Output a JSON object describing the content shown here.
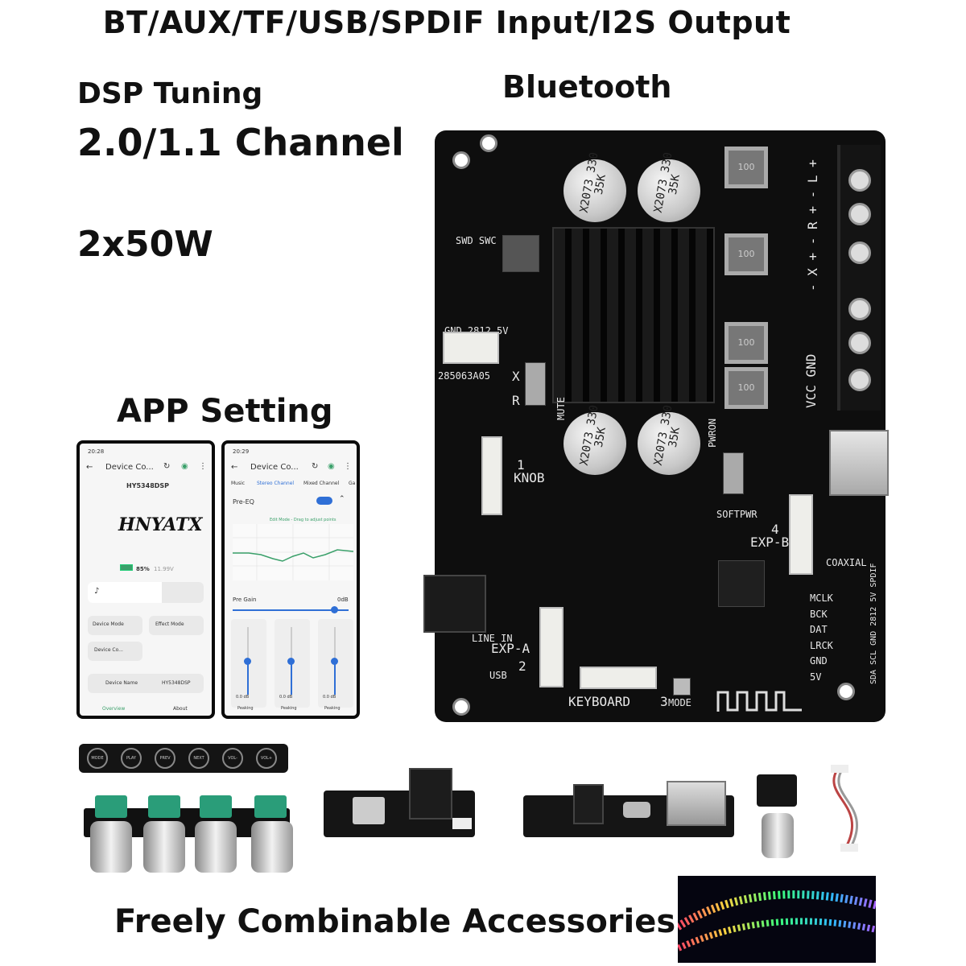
{
  "headings": {
    "title": "BT/AUX/TF/USB/SPDIF Input/I2S Output",
    "dsp": "DSP Tuning",
    "channel": "2.0/1.1 Channel",
    "power": "2x50W",
    "bluetooth": "Bluetooth",
    "app": "APP Setting",
    "accessories": "Freely Combinable Accessories"
  },
  "board": {
    "labels": {
      "knob": "KNOB",
      "exp_a": "EXP-A",
      "exp_b": "EXP-B",
      "keyboard": "KEYBOARD",
      "coaxial": "COAXIAL",
      "line_in": "LINE IN",
      "usb": "USB",
      "mode": "MODE",
      "softpwr": "SOFTPWR",
      "mute": "MUTE",
      "pwron": "PWRON",
      "part": "285063A05",
      "gnd_row": "GND 2812 5V",
      "swd_row": "SWD SWC GND",
      "x": "X",
      "r": "R",
      "vcc_gnd": "VCC GND",
      "out_labels": "- X + - R + - L +",
      "i2s_pins": [
        "MCLK",
        "BCK",
        "DAT",
        "LRCK",
        "GND",
        "5V"
      ],
      "right_pins": "SDA SCL GND 2812 5V SPDIF",
      "num1": "1",
      "num2": "2",
      "num3": "3",
      "num4": "4"
    },
    "capacitor": "X2073 330 35K",
    "inductor": "100"
  },
  "phone1": {
    "time": "20:28",
    "title": "Device Co...",
    "device_id": "HY5348DSP",
    "logo": "HNYATX",
    "battery": "85%",
    "battery_v": "11.99V",
    "btn_device_mode": "Device Mode",
    "btn_effect_mode": "Effect Mode",
    "btn_device_co": "Device Co...",
    "device_name_label": "Device Name",
    "device_name_value": "HY5348DSP",
    "nav_overview": "Overview",
    "nav_about": "About"
  },
  "phone2": {
    "time": "20:29",
    "title": "Device Co...",
    "tabs": [
      "Music",
      "Stereo Channel",
      "Mixed Channel",
      "Ga"
    ],
    "pre_eq": "Pre-EQ",
    "edit_mode": "Edit Mode - Drag to adjust points",
    "pre_gain": "Pre Gain",
    "pre_gain_value": "0dB",
    "slider_values": [
      "0.0 dB",
      "0.0 dB",
      "0.0 dB"
    ],
    "slider_types": [
      "Peaking",
      "Peaking",
      "Peaking"
    ]
  },
  "keys": [
    "MODE",
    "PLAY",
    "PREV",
    "NEXT",
    "VOL-",
    "VOL+"
  ],
  "colors": {
    "board": "#0e0e0e",
    "toggle": "#2f6fd6",
    "eq_curve": "#3aa06a",
    "knob_cap": "#2a9d79"
  }
}
